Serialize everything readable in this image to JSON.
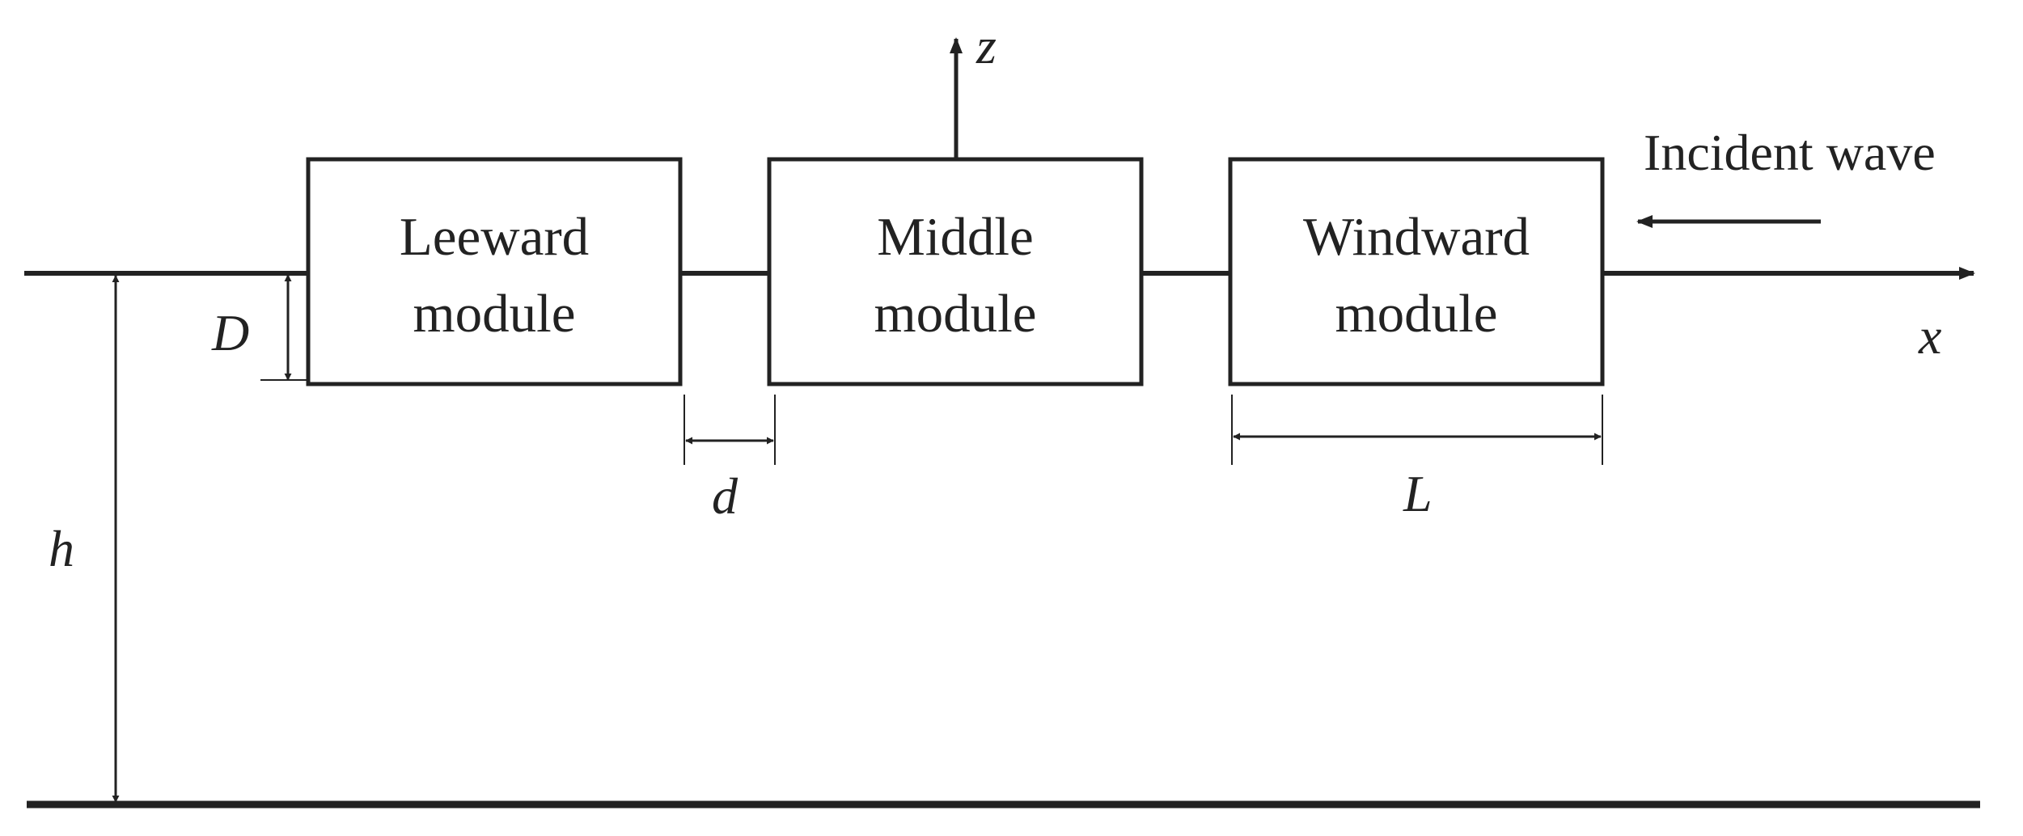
{
  "modules": [
    {
      "line1": "Leeward",
      "line2": "module"
    },
    {
      "line1": "Middle",
      "line2": "module"
    },
    {
      "line1": "Windward",
      "line2": "module"
    }
  ],
  "labels": {
    "incident_wave": "Incident wave",
    "z_axis": "z",
    "x_axis": "x",
    "draft": "D",
    "gap": "d",
    "length": "L",
    "depth": "h"
  },
  "colors": {
    "stroke": "#222222",
    "background": "#ffffff"
  }
}
